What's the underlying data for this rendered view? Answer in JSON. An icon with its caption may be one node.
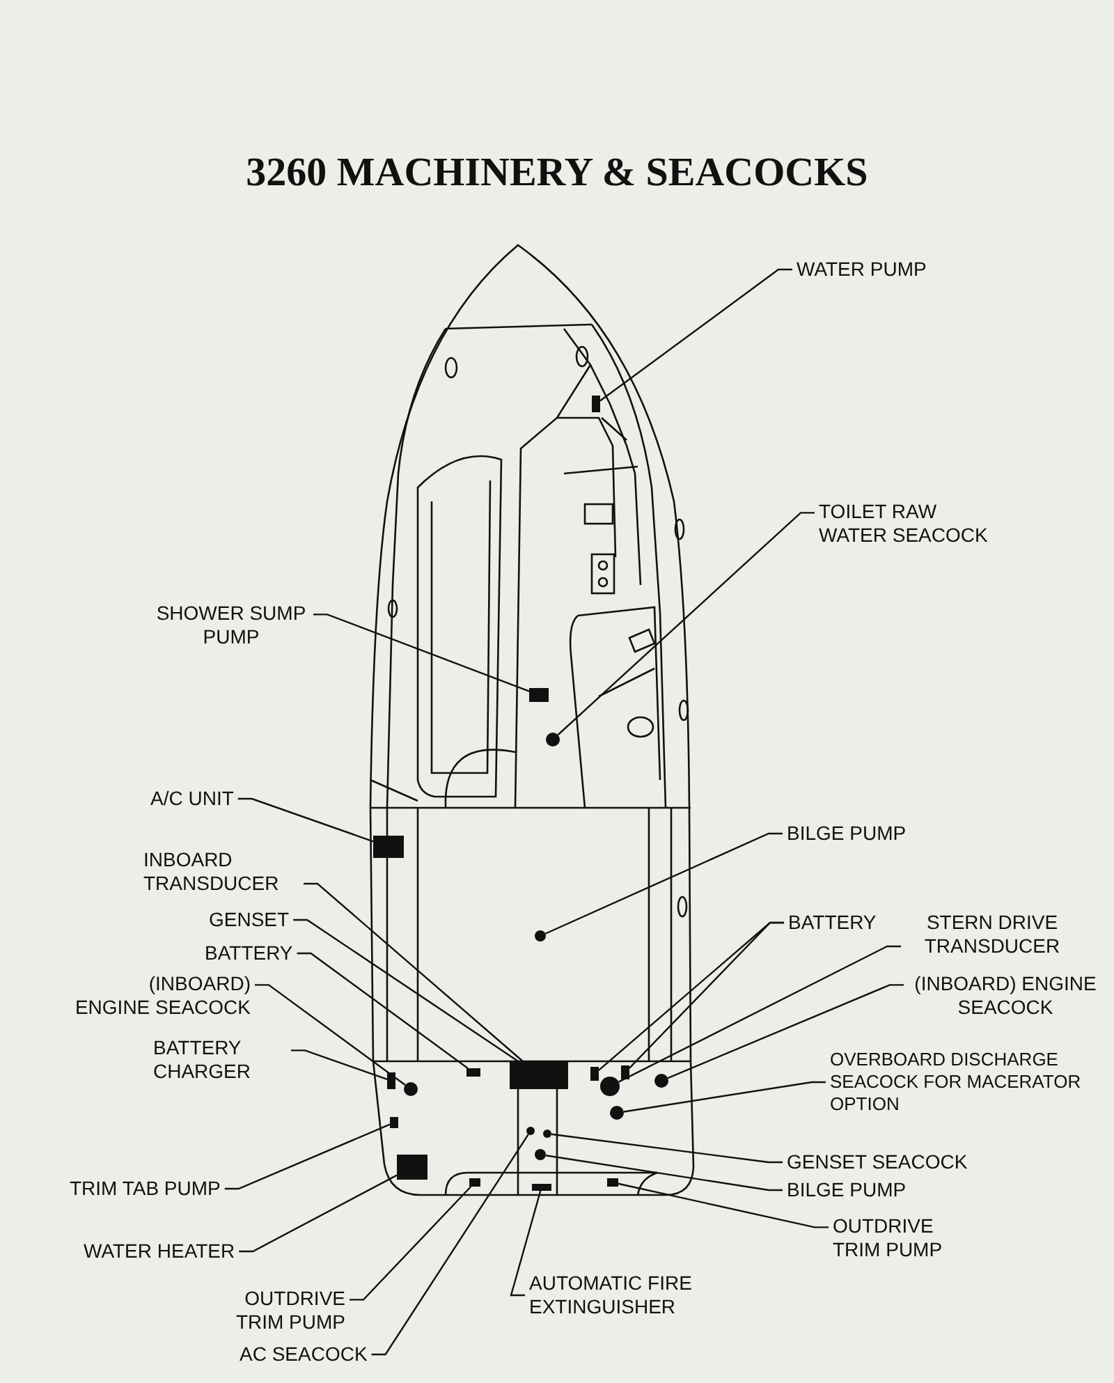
{
  "diagram": {
    "title": "3260 MACHINERY & SEACOCKS",
    "nodes": [
      {
        "text": [
          "WATER PUMP"
        ]
      },
      {
        "text": [
          "TOILET RAW WATER SEACOCK"
        ]
      },
      {
        "text": [
          "SHOWER SUMP PUMP"
        ]
      },
      {
        "text": [
          "A/C UNIT"
        ]
      },
      {
        "text": [
          "INBOARD TRANSDUCER"
        ]
      },
      {
        "text": [
          "GENSET"
        ]
      },
      {
        "text": [
          "BATTERY"
        ]
      },
      {
        "text": [
          "(INBOARD) ENGINE SEACOCK"
        ]
      },
      {
        "text": [
          "BATTERY CHARGER"
        ]
      },
      {
        "text": [
          "TRIM TAB PUMP"
        ]
      },
      {
        "text": [
          "WATER HEATER"
        ]
      },
      {
        "text": [
          "OUTDRIVE TRIM PUMP"
        ]
      },
      {
        "text": [
          "AC SEACOCK"
        ]
      },
      {
        "text": [
          "AUTOMATIC FIRE EXTINGUISHER"
        ]
      },
      {
        "text": [
          "BILGE PUMP"
        ]
      },
      {
        "text": [
          "BATTERY"
        ]
      },
      {
        "text": [
          "STERN DRIVE TRANSDUCER"
        ]
      },
      {
        "text": [
          "(INBOARD) ENGINE SEACOCK"
        ]
      },
      {
        "text": [
          "OVERBOARD DISCHARGE SEACOCK FOR MACERATOR OPTION"
        ]
      },
      {
        "text": [
          "GENSET SEACOCK"
        ]
      },
      {
        "text": [
          "BILGE PUMP"
        ]
      },
      {
        "text": [
          "OUTDRIVE TRIM PUMP"
        ]
      },
      {
        "text": [],
        "shape": "box"
      },
      {
        "text": [],
        "shape": "box"
      },
      {
        "text": [],
        "shape": "circle"
      },
      {
        "text": [],
        "shape": "box"
      },
      {
        "text": [],
        "shape": "circle"
      },
      {
        "text": [],
        "shape": "box"
      },
      {
        "text": [],
        "shape": "box"
      },
      {
        "text": [],
        "shape": "box"
      },
      {
        "text": [],
        "shape": "circle"
      },
      {
        "text": [],
        "shape": "box"
      },
      {
        "text": [],
        "shape": "box"
      },
      {
        "text": [],
        "shape": "circle"
      },
      {
        "text": [],
        "shape": "circle"
      },
      {
        "text": [],
        "shape": "box"
      },
      {
        "text": [],
        "shape": "circle"
      },
      {
        "text": [],
        "shape": "circle"
      },
      {
        "text": [],
        "shape": "circle"
      },
      {
        "text": [],
        "shape": "circle"
      },
      {
        "text": [],
        "shape": "box"
      },
      {
        "text": [],
        "shape": "box"
      },
      {
        "text": [],
        "shape": "box"
      },
      {
        "text": [],
        "shape": "bar"
      }
    ],
    "edges": [
      {
        "from": 0,
        "to": 22,
        "arrow": "none"
      },
      {
        "from": 1,
        "to": 24,
        "arrow": "none"
      },
      {
        "from": 2,
        "to": 23,
        "arrow": "none"
      },
      {
        "from": 3,
        "to": 25,
        "arrow": "none"
      },
      {
        "from": 4,
        "to": 27,
        "arrow": "none"
      },
      {
        "from": 5,
        "to": 27,
        "arrow": "none"
      },
      {
        "from": 6,
        "to": 28,
        "arrow": "none"
      },
      {
        "from": 7,
        "to": 30,
        "arrow": "none"
      },
      {
        "from": 8,
        "to": 29,
        "arrow": "none"
      },
      {
        "from": 9,
        "to": 35,
        "arrow": "none"
      },
      {
        "from": 10,
        "to": 40,
        "arrow": "none"
      },
      {
        "from": 11,
        "to": 41,
        "arrow": "none"
      },
      {
        "from": 12,
        "to": 37,
        "arrow": "none"
      },
      {
        "from": 13,
        "to": 43,
        "arrow": "none"
      },
      {
        "from": 14,
        "to": 26,
        "arrow": "none"
      },
      {
        "from": 15,
        "to": 31,
        "arrow": "none"
      },
      {
        "from": 15,
        "to": 32,
        "arrow": "none"
      },
      {
        "from": 16,
        "to": 33,
        "arrow": "none"
      },
      {
        "from": 17,
        "to": 34,
        "arrow": "none"
      },
      {
        "from": 18,
        "to": 36,
        "arrow": "none"
      },
      {
        "from": 19,
        "to": 38,
        "arrow": "none"
      },
      {
        "from": 20,
        "to": 39,
        "arrow": "none"
      },
      {
        "from": 21,
        "to": 42,
        "arrow": "none"
      }
    ]
  }
}
